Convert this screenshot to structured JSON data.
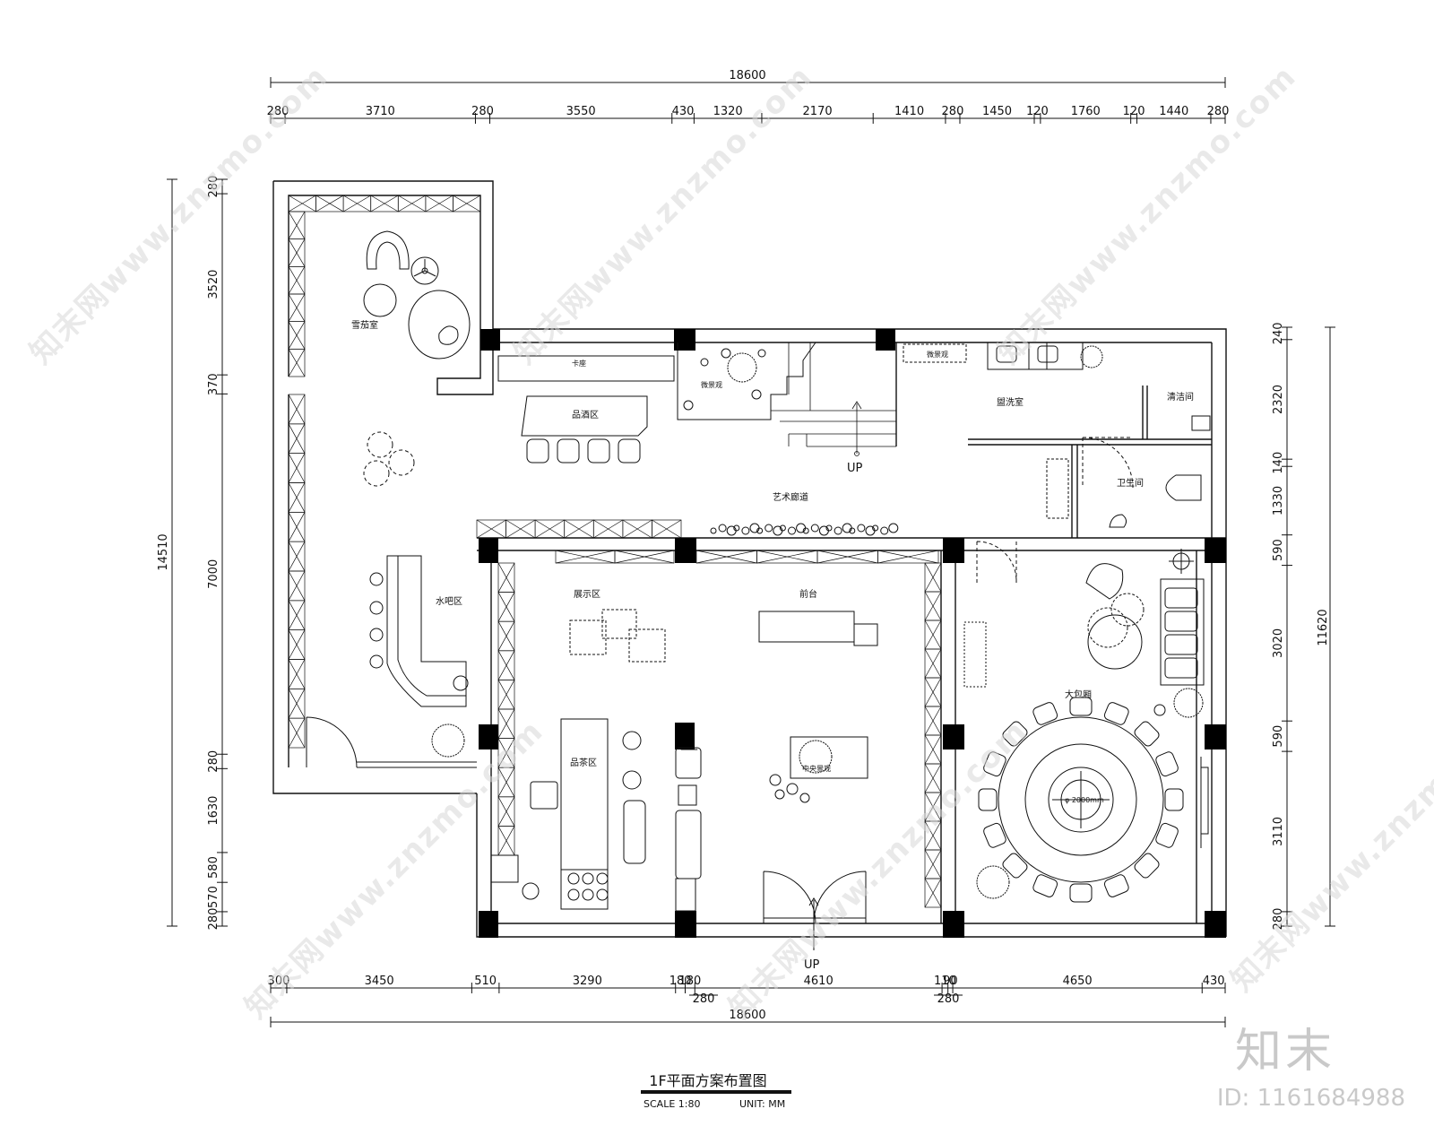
{
  "dims": {
    "top_total": "18600",
    "top_segments": [
      "280",
      "3710",
      "280",
      "3550",
      "430",
      "1320",
      "2170",
      "1410",
      "280",
      "1450",
      "120",
      "1760",
      "120",
      "1440",
      "280"
    ],
    "bottom_segments": [
      "300",
      "3450",
      "510",
      "3290",
      "180",
      "180",
      "4610",
      "110",
      "90",
      "4650",
      "430"
    ],
    "bottom_sub": [
      "280",
      "280"
    ],
    "bottom_total": "18600",
    "left_total": "14510",
    "left_segments": [
      "280",
      "3520",
      "370",
      "7000",
      "280",
      "1630",
      "580",
      "570",
      "280"
    ],
    "right_total": "11620",
    "right_segments": [
      "240",
      "2320",
      "140",
      "1330",
      "590",
      "3020",
      "590",
      "3110",
      "280"
    ]
  },
  "rooms": {
    "cigar": "雪茄室",
    "booth": "卡座",
    "wine": "品酒区",
    "micro": "微景观",
    "micro2": "微景观",
    "wash": "盥洗室",
    "clean": "清洁间",
    "wc": "卫生间",
    "corridor": "艺术廊道",
    "bar": "水吧区",
    "display": "展示区",
    "reception": "前台",
    "tea": "品茶区",
    "center": "中央景观",
    "vip": "大包厢",
    "table": "φ 2000mm",
    "up1": "UP",
    "up2": "UP"
  },
  "title": {
    "main": "1F平面方案布置图",
    "scale": "SCALE  1:80",
    "unit": "UNIT: MM"
  },
  "watermark": {
    "text": "知末网www.znzmo.com",
    "brand": "知末",
    "id": "ID: 1161684988"
  }
}
